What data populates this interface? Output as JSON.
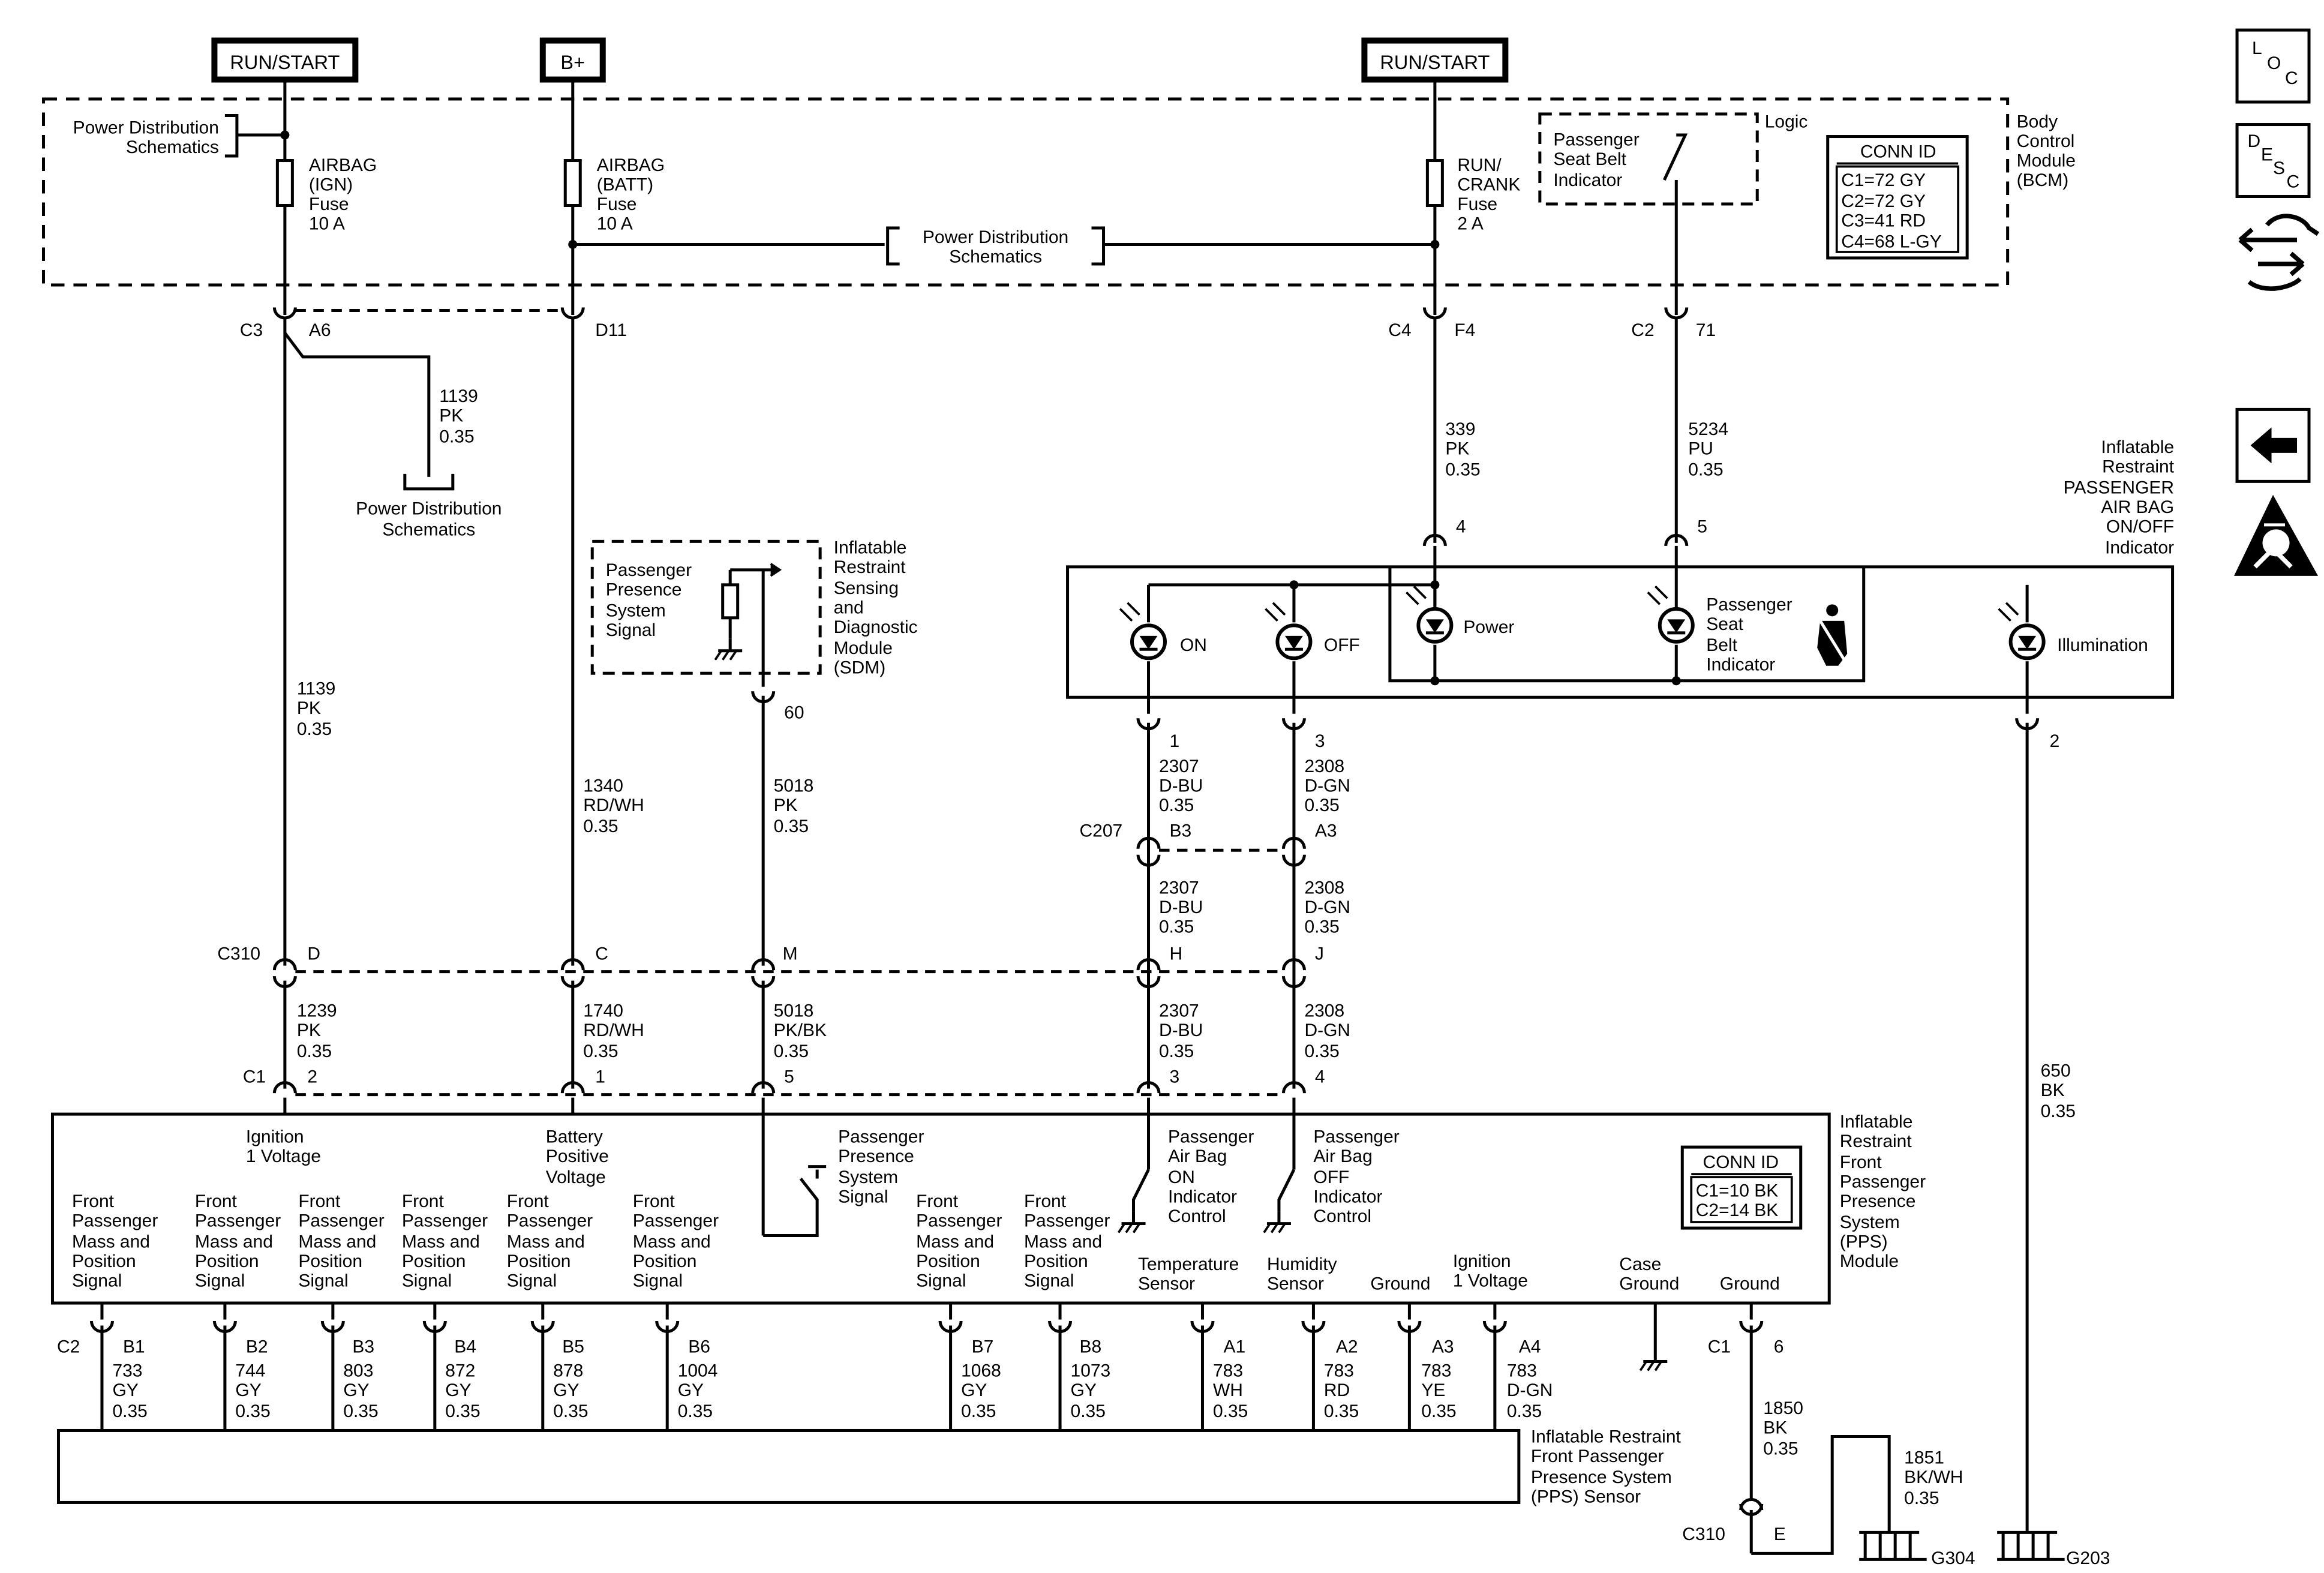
{
  "power_labels": {
    "run_start_left": "RUN/START",
    "b_plus": "B+",
    "run_start_right": "RUN/START"
  },
  "bcm": {
    "title_lines": [
      "Body",
      "Control",
      "Module",
      "(BCM)"
    ],
    "power_dist_tl": [
      "Power Distribution",
      "Schematics"
    ],
    "power_dist_mid": [
      "Power Distribution",
      "Schematics"
    ],
    "fuse_ign": [
      "AIRBAG",
      "(IGN)",
      "Fuse",
      "10 A"
    ],
    "fuse_batt": [
      "AIRBAG",
      "(BATT)",
      "Fuse",
      "10 A"
    ],
    "fuse_run": [
      "RUN/",
      "CRANK",
      "Fuse",
      "2 A"
    ],
    "logic_label": "Logic",
    "logic_box": [
      "Passenger",
      "Seat Belt",
      "Indicator"
    ],
    "conn_id_title": "CONN ID",
    "conn_id_rows": [
      "C1=72 GY",
      "C2=72 GY",
      "C3=41 RD",
      "C4=68 L-GY"
    ]
  },
  "connectors": {
    "c3": "C3",
    "a6": "A6",
    "d11": "D11",
    "c4": "C4",
    "f4": "F4",
    "c2_top": "C2",
    "p71": "71",
    "p4": "4",
    "p5": "5",
    "p60": "60",
    "p1": "1",
    "p3": "3",
    "p2": "2",
    "c207": "C207",
    "b3": "B3",
    "a3_c207": "A3",
    "c310": "C310",
    "d": "D",
    "c": "C",
    "m": "M",
    "h": "H",
    "j": "J",
    "c1": "C1",
    "c1p2": "2",
    "c1p1": "1",
    "c1p5": "5",
    "c1p3": "3",
    "c1p4": "4",
    "c2_bot": "C2",
    "c1_bot": "C1",
    "p6": "6",
    "c310_bot": "C310",
    "e": "E",
    "b1": "B1",
    "b2": "B2",
    "b3_bot": "B3",
    "b4": "B4",
    "b5": "B5",
    "b6": "B6",
    "b7": "B7",
    "b8": "B8",
    "a1": "A1",
    "a2": "A2",
    "a3_bot": "A3",
    "a4": "A4"
  },
  "wires": {
    "w1139_branch": [
      "1139",
      "PK",
      "0.35"
    ],
    "w1139_main": [
      "1139",
      "PK",
      "0.35"
    ],
    "w1340": [
      "1340",
      "RD/WH",
      "0.35"
    ],
    "w5018": [
      "5018",
      "PK",
      "0.35"
    ],
    "w339": [
      "339",
      "PK",
      "0.35"
    ],
    "w5234": [
      "5234",
      "PU",
      "0.35"
    ],
    "w2307_a": [
      "2307",
      "D-BU",
      "0.35"
    ],
    "w2308_a": [
      "2308",
      "D-GN",
      "0.35"
    ],
    "w2307_b": [
      "2307",
      "D-BU",
      "0.35"
    ],
    "w2308_b": [
      "2308",
      "D-GN",
      "0.35"
    ],
    "w1239": [
      "1239",
      "PK",
      "0.35"
    ],
    "w1740": [
      "1740",
      "RD/WH",
      "0.35"
    ],
    "w5018_b": [
      "5018",
      "PK/BK",
      "0.35"
    ],
    "w2307_c": [
      "2307",
      "D-BU",
      "0.35"
    ],
    "w2308_c": [
      "2308",
      "D-GN",
      "0.35"
    ],
    "w650": [
      "650",
      "BK",
      "0.35"
    ],
    "w1850": [
      "1850",
      "BK",
      "0.35"
    ],
    "w1851": [
      "1851",
      "BK/WH",
      "0.35"
    ],
    "bottom": [
      [
        "733",
        "GY",
        "0.35"
      ],
      [
        "744",
        "GY",
        "0.35"
      ],
      [
        "803",
        "GY",
        "0.35"
      ],
      [
        "872",
        "GY",
        "0.35"
      ],
      [
        "878",
        "GY",
        "0.35"
      ],
      [
        "1004",
        "GY",
        "0.35"
      ],
      [
        "1068",
        "GY",
        "0.35"
      ],
      [
        "1073",
        "GY",
        "0.35"
      ],
      [
        "783",
        "WH",
        "0.35"
      ],
      [
        "783",
        "RD",
        "0.35"
      ],
      [
        "783",
        "YE",
        "0.35"
      ],
      [
        "783",
        "D-GN",
        "0.35"
      ]
    ]
  },
  "power_dist_branch": [
    "Power Distribution",
    "Schematics"
  ],
  "sdm": {
    "box": [
      "Passenger",
      "Presence",
      "System",
      "Signal"
    ],
    "title": [
      "Inflatable",
      "Restraint",
      "Sensing",
      "and",
      "Diagnostic",
      "Module",
      "(SDM)"
    ]
  },
  "indicator": {
    "title": [
      "Inflatable",
      "Restraint",
      "PASSENGER",
      "AIR BAG",
      "ON/OFF",
      "Indicator"
    ],
    "on": "ON",
    "off": "OFF",
    "power": "Power",
    "seat_belt": [
      "Passenger",
      "Seat",
      "Belt",
      "Indicator"
    ],
    "illumination": "Illumination"
  },
  "pps_module": {
    "title": [
      "Inflatable",
      "Restraint",
      "Front",
      "Passenger",
      "Presence",
      "System",
      "(PPS)",
      "Module"
    ],
    "ign1": [
      "Ignition",
      "1 Voltage"
    ],
    "batt": [
      "Battery",
      "Positive",
      "Voltage"
    ],
    "pps_signal": [
      "Passenger",
      "Presence",
      "System",
      "Signal"
    ],
    "ab_on": [
      "Passenger",
      "Air Bag",
      "ON",
      "Indicator",
      "Control"
    ],
    "ab_off": [
      "Passenger",
      "Air Bag",
      "OFF",
      "Indicator",
      "Control"
    ],
    "mass_pos": [
      "Front",
      "Passenger",
      "Mass and",
      "Position",
      "Signal"
    ],
    "temp": [
      "Temperature",
      "Sensor"
    ],
    "humidity": [
      "Humidity",
      "Sensor"
    ],
    "ground": "Ground",
    "ign1_right": [
      "Ignition",
      "1 Voltage"
    ],
    "case_ground": [
      "Case",
      "Ground"
    ],
    "ground2": "Ground",
    "conn_id_title": "CONN ID",
    "conn_id_rows": [
      "C1=10 BK",
      "C2=14 BK"
    ]
  },
  "pps_sensor": [
    "Inflatable Restraint",
    "Front Passenger",
    "Presence System",
    "(PPS) Sensor"
  ],
  "grounds": {
    "g304": "G304",
    "g203": "G203"
  },
  "nav": {
    "loc": [
      "L",
      "O",
      "C"
    ],
    "desc": [
      "D",
      "E",
      "S",
      "C"
    ],
    "icons": [
      "connector-exchange-icon",
      "back-arrow-icon",
      "airbag-warning-icon"
    ]
  }
}
